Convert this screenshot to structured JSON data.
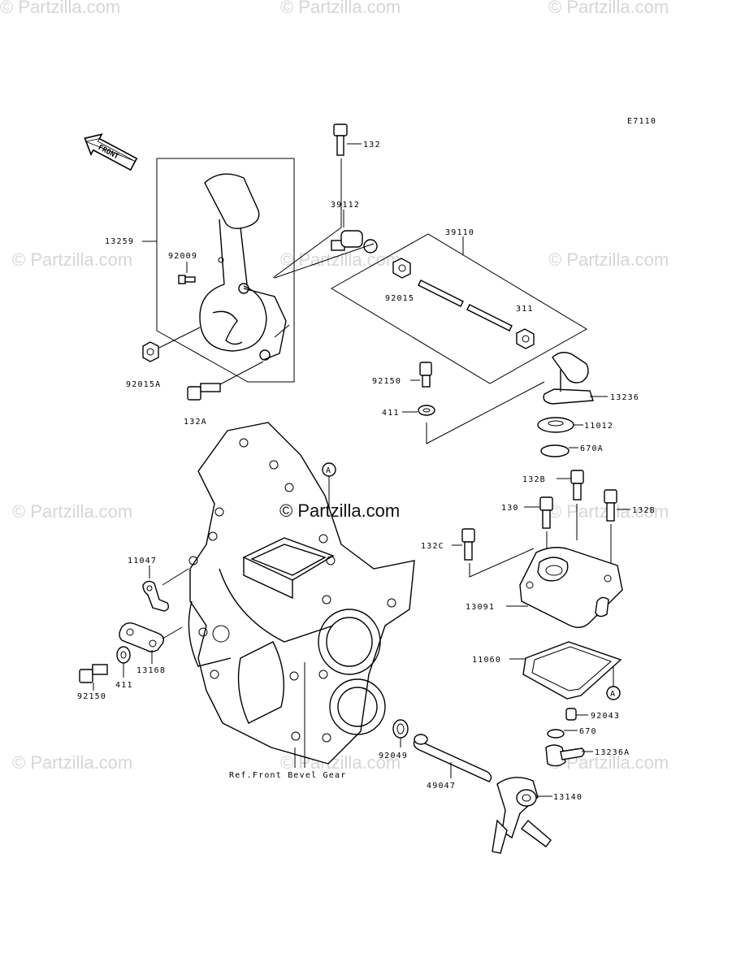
{
  "diagram_code": "E7110",
  "front_arrow_label": "FRONT",
  "center_watermark": "© Partzilla.com",
  "watermark_text": "© Partzilla.com",
  "reference_note": "Ref.Front Bevel Gear",
  "callout_A": "A",
  "parts": {
    "p132": "132",
    "p13259": "13259",
    "p39112": "39112",
    "p92009": "92009",
    "p39110": "39110",
    "p92015": "92015",
    "p311": "311",
    "p92015A": "92015A",
    "p92150_top": "92150",
    "p13236": "13236",
    "p132A": "132A",
    "p411_top": "411",
    "p11012": "11012",
    "p670A": "670A",
    "p132B_1": "132B",
    "p130": "130",
    "p132B_2": "132B",
    "p132C": "132C",
    "p11047": "11047",
    "p13091": "13091",
    "p13168": "13168",
    "p11060": "11060",
    "p411_bot": "411",
    "p92150_bot": "92150",
    "p92043": "92043",
    "p670": "670",
    "p13236A": "13236A",
    "p92049": "92049",
    "p49047": "49047",
    "p13140": "13140"
  }
}
